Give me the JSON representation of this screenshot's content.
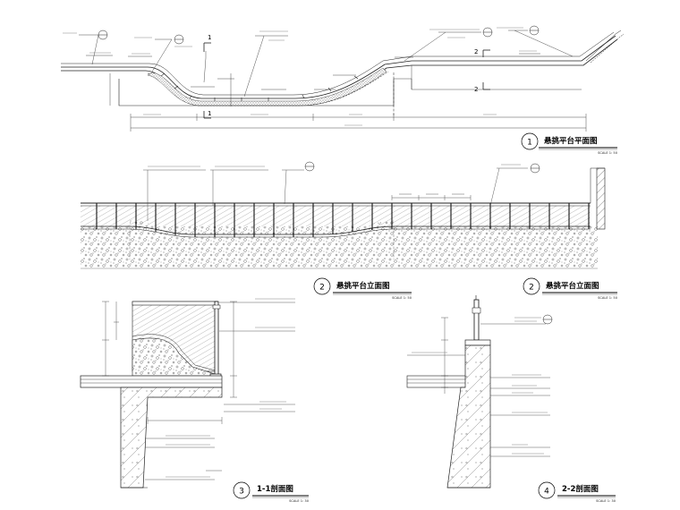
{
  "views": [
    {
      "number": "1",
      "title": "悬挑平台平面图",
      "scale": "SCALE 1: 50",
      "section_marks": [
        "1",
        "1",
        "2",
        "2"
      ]
    },
    {
      "number": "2",
      "title": "悬挑平台立面图",
      "scale": "SCALE 1: 50"
    },
    {
      "number": "2",
      "title": "悬挑平台立面图",
      "scale": "SCALE 1: 50"
    },
    {
      "number": "3",
      "title": "1-1剖面图",
      "scale": "SCALE 1: 30"
    },
    {
      "number": "4",
      "title": "2-2剖面图",
      "scale": "SCALE 1: 30"
    }
  ]
}
